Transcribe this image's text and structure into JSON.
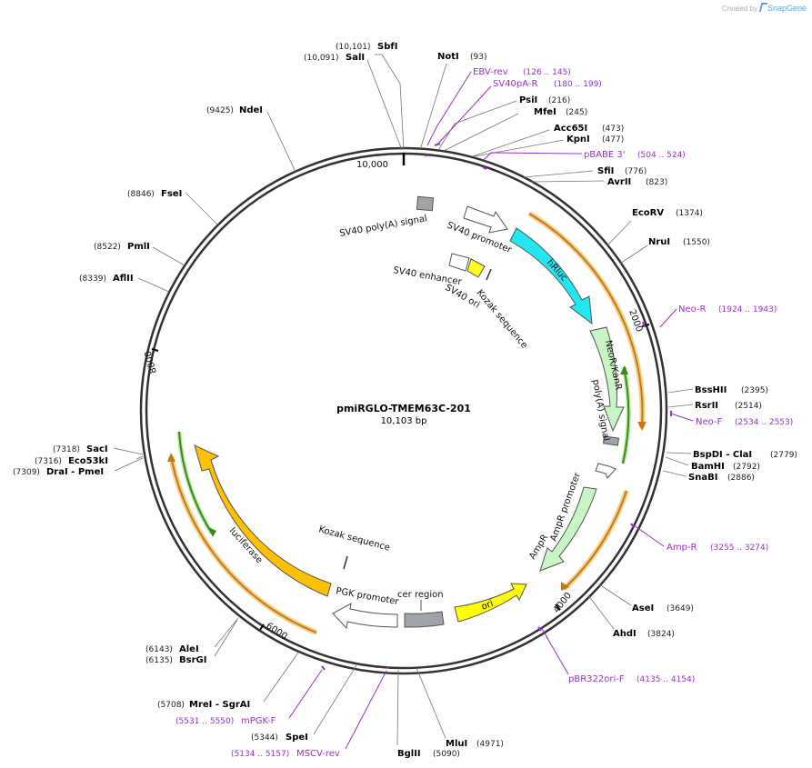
{
  "credit": {
    "created_by": "Created by",
    "brand": "SnapGene"
  },
  "plasmid": {
    "name": "pmiRGLO-TMEM63C-201",
    "size_label": "10,103 bp"
  },
  "ticks": [
    "10,000",
    "2000",
    "4000",
    "6000",
    "8000"
  ],
  "enzymes": [
    {
      "name": "SbfI",
      "pos": "(10,101)"
    },
    {
      "name": "SalI",
      "pos": "(10,091)"
    },
    {
      "name": "NotI",
      "pos": "(93)"
    },
    {
      "name": "PsiI",
      "pos": "(216)"
    },
    {
      "name": "MfeI",
      "pos": "(245)"
    },
    {
      "name": "Acc65I",
      "pos": "(473)"
    },
    {
      "name": "KpnI",
      "pos": "(477)"
    },
    {
      "name": "SfiI",
      "pos": "(776)"
    },
    {
      "name": "AvrII",
      "pos": "(823)"
    },
    {
      "name": "EcoRV",
      "pos": "(1374)"
    },
    {
      "name": "NruI",
      "pos": "(1550)"
    },
    {
      "name": "BssHII",
      "pos": "(2395)"
    },
    {
      "name": "RsrII",
      "pos": "(2514)"
    },
    {
      "name": "BspDI - ClaI",
      "pos": "(2779)"
    },
    {
      "name": "BamHI",
      "pos": "(2792)"
    },
    {
      "name": "SnaBI",
      "pos": "(2886)"
    },
    {
      "name": "AseI",
      "pos": "(3649)"
    },
    {
      "name": "AhdI",
      "pos": "(3824)"
    },
    {
      "name": "MluI",
      "pos": "(4971)"
    },
    {
      "name": "BglII",
      "pos": "(5090)"
    },
    {
      "name": "SpeI",
      "pos": "(5344)"
    },
    {
      "name": "MreI - SgrAI",
      "pos": "(5708)"
    },
    {
      "name": "AleI",
      "pos": "(6143)"
    },
    {
      "name": "BsrGI",
      "pos": "(6135)"
    },
    {
      "name": "SacI",
      "pos": "(7318)"
    },
    {
      "name": "Eco53kI",
      "pos": "(7316)"
    },
    {
      "name": "DraI - PmeI",
      "pos": "(7309)"
    },
    {
      "name": "AflII",
      "pos": "(8339)"
    },
    {
      "name": "PmlI",
      "pos": "(8522)"
    },
    {
      "name": "FseI",
      "pos": "(8846)"
    },
    {
      "name": "NdeI",
      "pos": "(9425)"
    }
  ],
  "primers": [
    {
      "name": "EBV-rev",
      "range": "(126 .. 145)"
    },
    {
      "name": "SV40pA-R",
      "range": "(180 .. 199)"
    },
    {
      "name": "pBABE 3'",
      "range": "(504 .. 524)"
    },
    {
      "name": "Neo-R",
      "range": "(1924 .. 1943)"
    },
    {
      "name": "Neo-F",
      "range": "(2534 .. 2553)"
    },
    {
      "name": "Amp-R",
      "range": "(3255 .. 3274)"
    },
    {
      "name": "pBR322ori-F",
      "range": "(4135 .. 4154)"
    },
    {
      "name": "MSCV-rev",
      "range": "(5134 .. 5157)"
    },
    {
      "name": "mPGK-F",
      "range": "(5531 .. 5550)"
    }
  ],
  "features": [
    {
      "name": "SV40 poly(A) signal",
      "type": "terminator",
      "start": 10030,
      "end": 10103,
      "color": "#a0a3aa"
    },
    {
      "name": "SV40 promoter",
      "type": "promoter",
      "start": 198,
      "end": 527,
      "color": "#ffffff"
    },
    {
      "name": "SV40 enhancer",
      "type": "enhancer",
      "start": 316,
      "end": 387,
      "color": "#ffffff"
    },
    {
      "name": "SV40 ori",
      "type": "rep_origin",
      "start": 387,
      "end": 523,
      "color": "#ffffff"
    },
    {
      "name": "Kozak sequence",
      "type": "misc",
      "start": 560,
      "end": 569,
      "color": "#ffffff"
    },
    {
      "name": "hRluc",
      "type": "cds",
      "start": 575,
      "end": 1510,
      "color": "#22e6f0"
    },
    {
      "name": "NeoR/KanR",
      "type": "cds",
      "start": 1660,
      "end": 2455,
      "color": "#c8f5c4"
    },
    {
      "name": "poly(A) signal",
      "type": "terminator",
      "start": 2560,
      "end": 2609,
      "color": "#a0a3aa"
    },
    {
      "name": "AmpR promoter",
      "type": "promoter",
      "start": 2760,
      "end": 2860,
      "color": "#ffffff"
    },
    {
      "name": "AmpR",
      "type": "cds",
      "start": 2861,
      "end": 3721,
      "color": "#c8f5c4"
    },
    {
      "name": "ori",
      "type": "rep_origin",
      "start": 3892,
      "end": 4480,
      "color": "#ffff00"
    },
    {
      "name": "cer region",
      "type": "misc",
      "start": 4490,
      "end": 4770,
      "color": "#a0a3aa"
    },
    {
      "name": "PGK promoter",
      "type": "promoter",
      "start": 4782,
      "end": 5282,
      "color": "#ffffff"
    },
    {
      "name": "Kozak sequence",
      "type": "misc",
      "start": 5358,
      "end": 5367,
      "color": "#ffffff"
    },
    {
      "name": "luciferase",
      "type": "cds",
      "start": 5380,
      "end": 7030,
      "color": "#ffc000"
    }
  ],
  "colors": {
    "backbone": "#333333",
    "cds_outline": "#555555",
    "primer": "#9b30c8",
    "orf_orange": "#d98a1e",
    "orf_green": "#3a8a1a"
  }
}
